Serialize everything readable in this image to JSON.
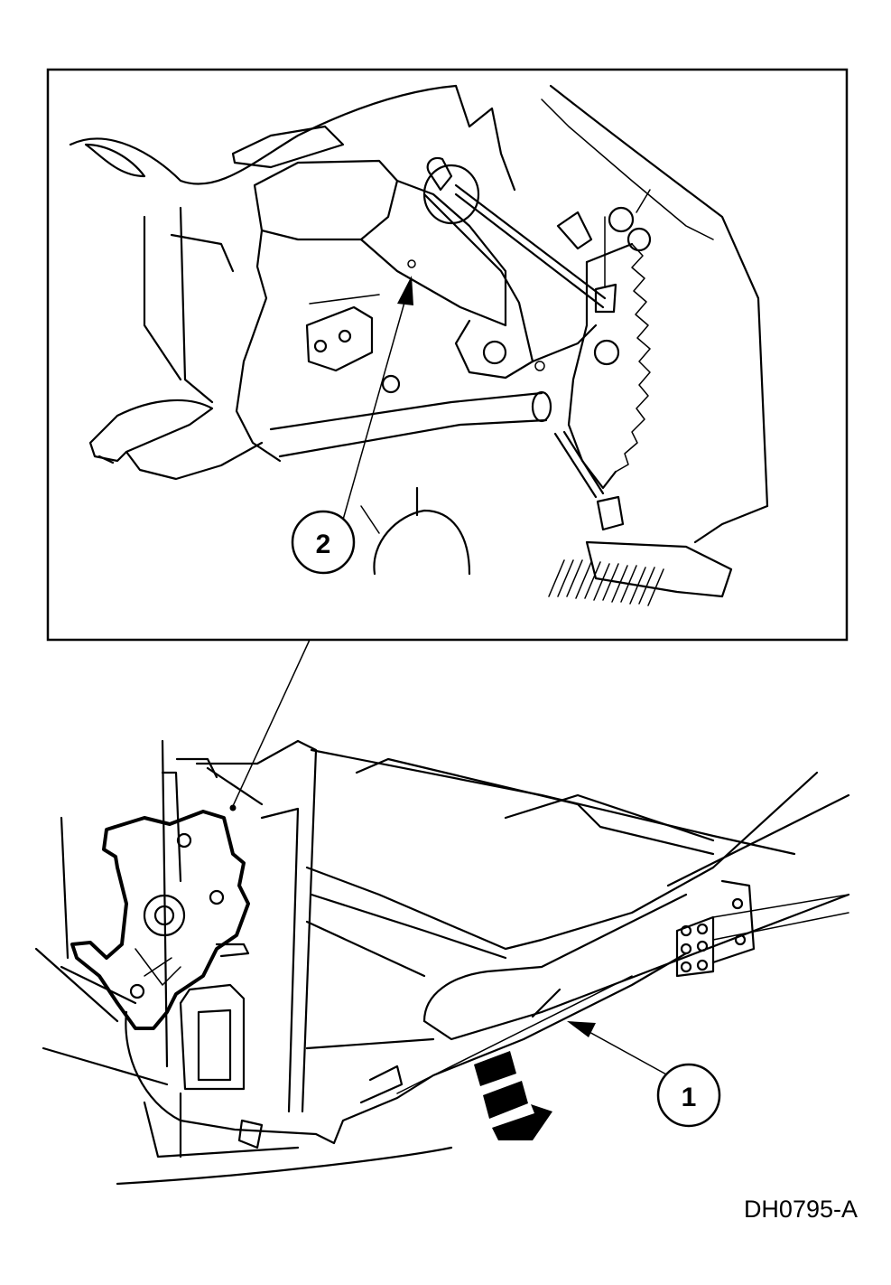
{
  "callouts": {
    "one": "1",
    "two": "2"
  },
  "figure_code": "DH0795-A",
  "colors": {
    "ink": "#000000",
    "paper": "#ffffff"
  }
}
